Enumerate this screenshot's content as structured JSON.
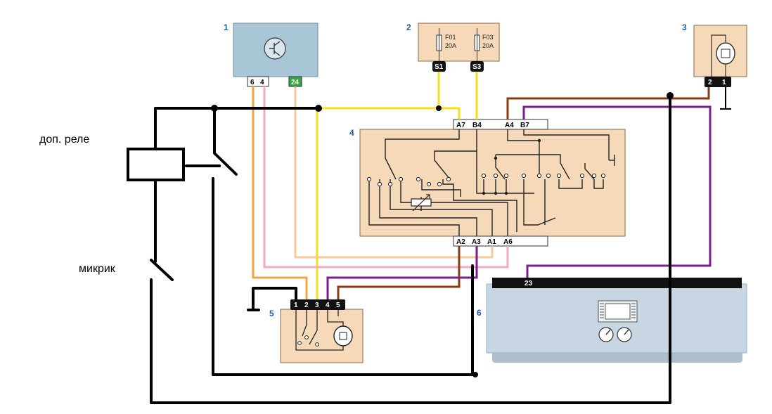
{
  "labels": {
    "relay": "доп. реле",
    "microswitch": "микрик"
  },
  "components": {
    "c1": {
      "number": "1",
      "pins": [
        "6",
        "4",
        "24"
      ]
    },
    "c2": {
      "number": "2",
      "fuses": [
        "F01",
        "F03"
      ],
      "ratings": [
        "20A",
        "20A"
      ],
      "pins": [
        "S1",
        "S3"
      ]
    },
    "c3": {
      "number": "3",
      "pins": [
        "2",
        "1"
      ]
    },
    "c4": {
      "number": "4",
      "top_pins": [
        "A7",
        "B4",
        "A4",
        "B7"
      ],
      "bottom_pins": [
        "A2",
        "A3",
        "A1",
        "A6"
      ]
    },
    "c5": {
      "number": "5",
      "pins": [
        "1",
        "2",
        "3",
        "4",
        "5"
      ]
    },
    "c6": {
      "number": "6",
      "pin": "23"
    }
  },
  "colors": {
    "box_fill": "#f6d9b9",
    "box1_fill": "#a9c6d6",
    "box6_fill": "#c7d6e2",
    "yellow": "#f3df1c",
    "orange": "#f0a640",
    "pink": "#f4a9c2",
    "peach": "#f6c89a",
    "brown": "#8a3a12",
    "purple": "#7a1e8c",
    "black": "#000000",
    "pin_green": "#3aa63a"
  }
}
